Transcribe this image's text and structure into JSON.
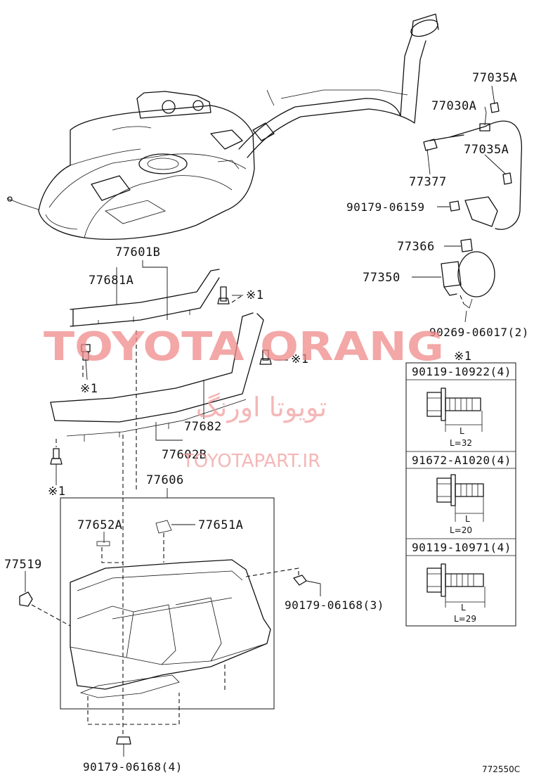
{
  "labels": {
    "p77035a_top": "77035A",
    "p77030a": "77030A",
    "p77035a_mid": "77035A",
    "p77377": "77377",
    "p90179_06159": "90179-06159",
    "p77366": "77366",
    "p77350": "77350",
    "p90269_06017": "90269-06017(2)",
    "p77601b": "77601B",
    "p77681a": "77681A",
    "mark1_a": "※1",
    "mark1_b": "※1",
    "mark1_c": "※1",
    "mark1_d": "※1",
    "p77682": "77682",
    "p77602b": "77602B",
    "p77606": "77606",
    "p77652a": "77652A",
    "p77651a": "77651A",
    "p77519": "77519",
    "p90179_06168_3": "90179-06168(3)",
    "p90179_06168_4": "90179-06168(4)"
  },
  "legend": {
    "mark": "※1",
    "bolts": [
      {
        "part_no": "90119-10922(4)",
        "dim_label": "L",
        "length": "L=32"
      },
      {
        "part_no": "91672-A1020(4)",
        "dim_label": "L",
        "length": "L=20"
      },
      {
        "part_no": "90119-10971(4)",
        "dim_label": "L",
        "length": "L=29"
      }
    ]
  },
  "watermark": {
    "main": "TOYOTA ORANG",
    "persian": "تویوتا اورنگ",
    "url": "TOYOTAPART.IR"
  },
  "figure_id": "772550C",
  "colors": {
    "line": "#111111",
    "watermark": "#f08a8a"
  }
}
